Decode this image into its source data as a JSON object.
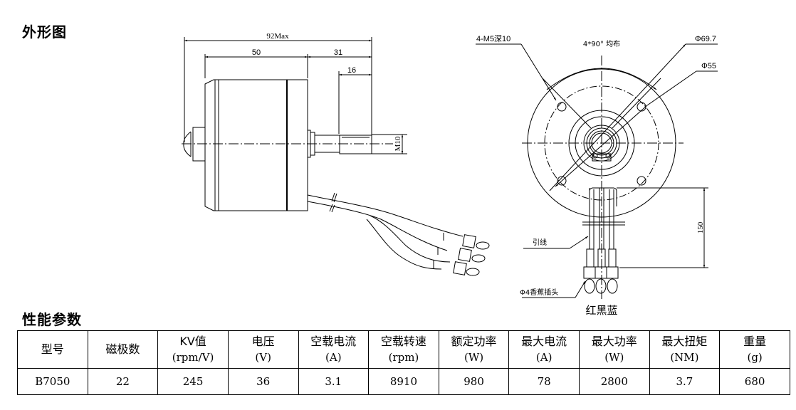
{
  "sections": {
    "outline_title": "外形图",
    "performance_title": "性能参数"
  },
  "side_view": {
    "dim_overall": "92Max",
    "dim_body": "50",
    "dim_shaft": "31",
    "dim_thread": "16",
    "dim_thread_dia": "M10"
  },
  "front_view": {
    "mount_holes": "4-M5深10",
    "hole_spacing": "4*90° 均布",
    "dia_outer": "Φ69.7",
    "dia_pcd": "Φ55",
    "lead_label": "引线",
    "lead_length": "150",
    "connector_label": "Φ4香蕉插头",
    "wire_colors": "红黑蓝"
  },
  "table": {
    "columns": [
      {
        "name": "型号",
        "unit": ""
      },
      {
        "name": "磁极数",
        "unit": ""
      },
      {
        "name": "KV值",
        "unit": "(rpm/V)"
      },
      {
        "name": "电压",
        "unit": "(V)"
      },
      {
        "name": "空载电流",
        "unit": "(A)"
      },
      {
        "name": "空载转速",
        "unit": "(rpm)"
      },
      {
        "name": "额定功率",
        "unit": "(W)"
      },
      {
        "name": "最大电流",
        "unit": "(A)"
      },
      {
        "name": "最大功率",
        "unit": "(W)"
      },
      {
        "name": "最大扭矩",
        "unit": "(NM)"
      },
      {
        "name": "重量",
        "unit": "(g)"
      }
    ],
    "rows": [
      [
        "B7050",
        "22",
        "245",
        "36",
        "3.1",
        "8910",
        "980",
        "78",
        "2800",
        "3.7",
        "680"
      ]
    ]
  }
}
